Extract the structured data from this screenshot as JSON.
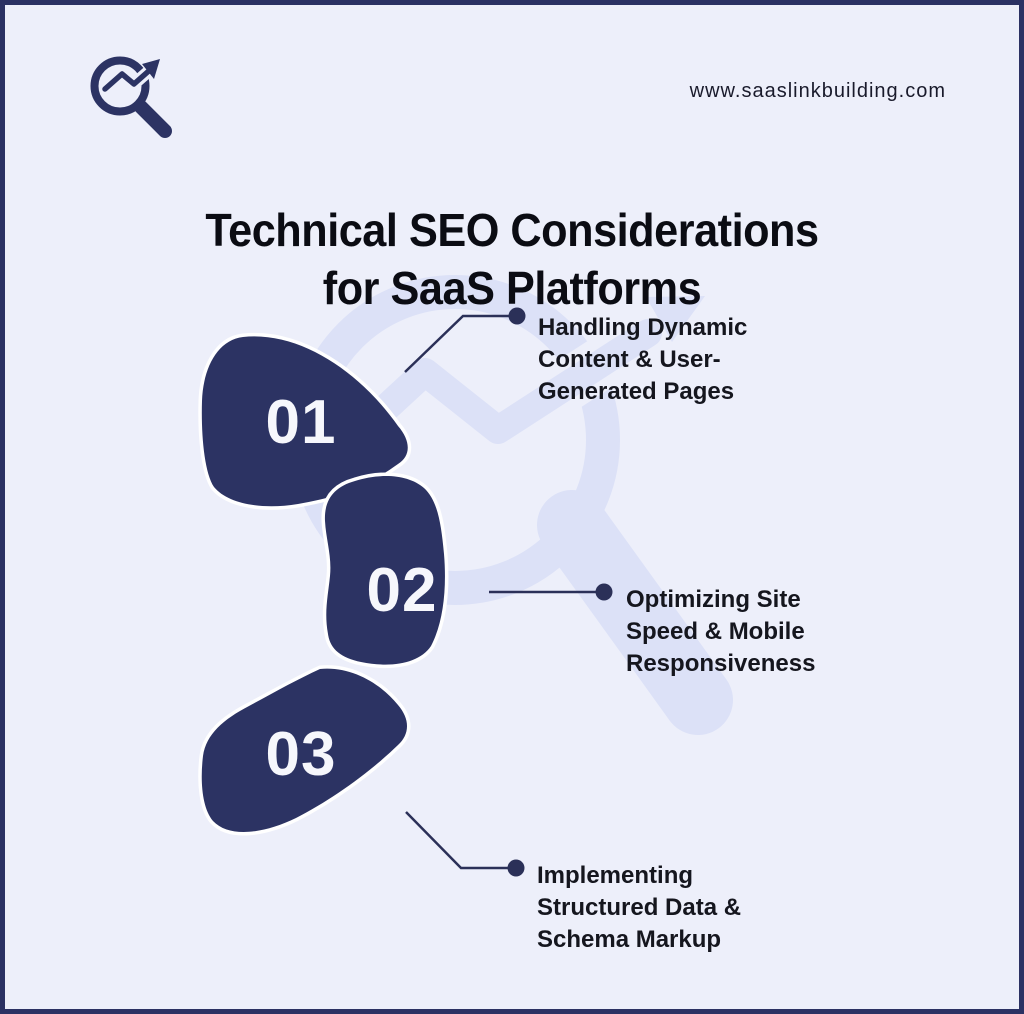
{
  "meta": {
    "website": "www.saaslinkbuilding.com"
  },
  "title": {
    "line1": "Technical SEO Considerations",
    "line2": "for SaaS Platforms"
  },
  "icons": {
    "logo": "magnifier-trend-arrow-icon",
    "watermark": "magnifier-trend-arrow-watermark"
  },
  "colors": {
    "background": "#edeffa",
    "navy": "#2c3363",
    "border": "#2b3163",
    "watermark": "#dce1f7",
    "connector": "#2b3058",
    "title_text": "#0b0c13",
    "body_text": "#15161e",
    "number_text": "#f6f7fc",
    "segment_gap": "#ffffff"
  },
  "steps": [
    {
      "number": "01",
      "label_lines": [
        "Handling Dynamic",
        "Content & User-",
        "Generated Pages"
      ]
    },
    {
      "number": "02",
      "label_lines": [
        "Optimizing Site",
        "Speed & Mobile",
        "Responsiveness"
      ]
    },
    {
      "number": "03",
      "label_lines": [
        "Implementing",
        "Structured Data &",
        "Schema Markup"
      ]
    }
  ]
}
